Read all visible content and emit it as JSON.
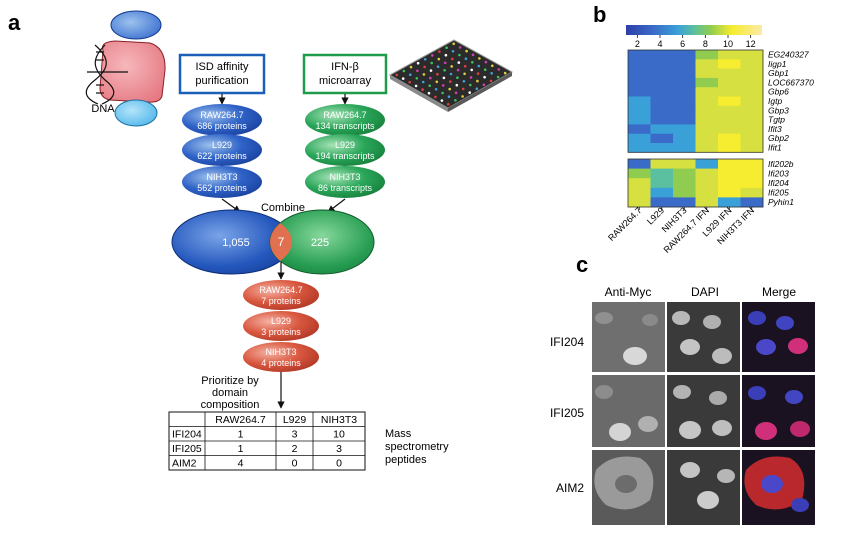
{
  "panel_a": {
    "label": "a",
    "dna_label": "DNA",
    "isd_box": [
      "ISD affinity",
      "purification"
    ],
    "ifn_box": [
      "IFN-β",
      "microarray"
    ],
    "isd_ovals": [
      {
        "line1": "RAW264.7",
        "line2": "686 proteins"
      },
      {
        "line1": "L929",
        "line2": "622 proteins"
      },
      {
        "line1": "NIH3T3",
        "line2": "562 proteins"
      }
    ],
    "ifn_ovals": [
      {
        "line1": "RAW264.7",
        "line2": "134 transcripts"
      },
      {
        "line1": "L929",
        "line2": "194 transcripts"
      },
      {
        "line1": "NIH3T3",
        "line2": "86 transcripts"
      }
    ],
    "combine": "Combine",
    "venn": {
      "left": "1,055",
      "overlap": "7",
      "right": "225"
    },
    "result_ovals": [
      {
        "line1": "RAW264.7",
        "line2": "7 proteins"
      },
      {
        "line1": "L929",
        "line2": "3 proteins"
      },
      {
        "line1": "NIH3T3",
        "line2": "4 proteins"
      }
    ],
    "prioritize": [
      "Prioritize by",
      "domain",
      "composition"
    ],
    "table": {
      "headers": [
        "",
        "RAW264.7",
        "L929",
        "NIH3T3"
      ],
      "rows": [
        [
          "IFI204",
          "1",
          "3",
          "10"
        ],
        [
          "IFI205",
          "1",
          "2",
          "3"
        ],
        [
          "AIM2",
          "4",
          "0",
          "0"
        ]
      ]
    },
    "table_caption": [
      "Mass",
      "spectrometry",
      "peptides"
    ]
  },
  "panel_b": {
    "label": "b",
    "chart_data": {
      "type": "heatmap",
      "colorbar_ticks": [
        "2",
        "4",
        "6",
        "8",
        "10",
        "12"
      ],
      "colorbar_range": [
        1,
        13
      ],
      "colors": [
        "#2c3fa8",
        "#3a6bc8",
        "#3aa0d8",
        "#5bc0a0",
        "#8fcc50",
        "#d6e040",
        "#f6ec30",
        "#fbe9a8"
      ],
      "columns": [
        "RAW264.7",
        "L929",
        "NIH3T3",
        "RAW264.7 IFN",
        "L929 IFN",
        "NIH3T3 IFN"
      ],
      "top_rows": [
        "EG240327",
        "Iigp1",
        "Gbp1",
        "LOC667370",
        "Gbp6",
        "Igtp",
        "Gbp3",
        "Tgtp",
        "Ifit3",
        "Gbp2",
        "Ifit1"
      ],
      "top_values": [
        [
          3,
          3,
          3,
          8,
          10,
          10
        ],
        [
          3,
          2,
          3,
          9,
          11,
          10
        ],
        [
          2,
          2,
          3,
          9,
          10,
          10
        ],
        [
          3,
          3,
          2,
          8,
          10,
          9
        ],
        [
          3,
          2,
          3,
          9,
          10,
          10
        ],
        [
          5,
          3,
          3,
          9,
          11,
          10
        ],
        [
          4,
          3,
          3,
          9,
          10,
          10
        ],
        [
          5,
          2,
          3,
          9,
          10,
          9
        ],
        [
          3,
          4,
          4,
          9,
          10,
          10
        ],
        [
          5,
          3,
          4,
          9,
          11,
          10
        ],
        [
          4,
          4,
          4,
          9,
          12,
          10
        ]
      ],
      "bottom_rows": [
        "Ifi202b",
        "Ifi203",
        "Ifi204",
        "Ifi205",
        "Pyhin1"
      ],
      "bottom_values": [
        [
          2,
          9,
          9,
          5,
          11,
          11
        ],
        [
          8,
          6,
          8,
          9,
          11,
          11
        ],
        [
          9,
          6,
          8,
          10,
          11,
          11
        ],
        [
          10,
          4,
          7,
          10,
          11,
          10
        ],
        [
          9,
          2,
          3,
          10,
          4,
          3
        ]
      ]
    }
  },
  "panel_c": {
    "label": "c",
    "columns": [
      "Anti-Myc",
      "DAPI",
      "Merge"
    ],
    "rows": [
      "IFI204",
      "IFI205",
      "AIM2"
    ]
  }
}
